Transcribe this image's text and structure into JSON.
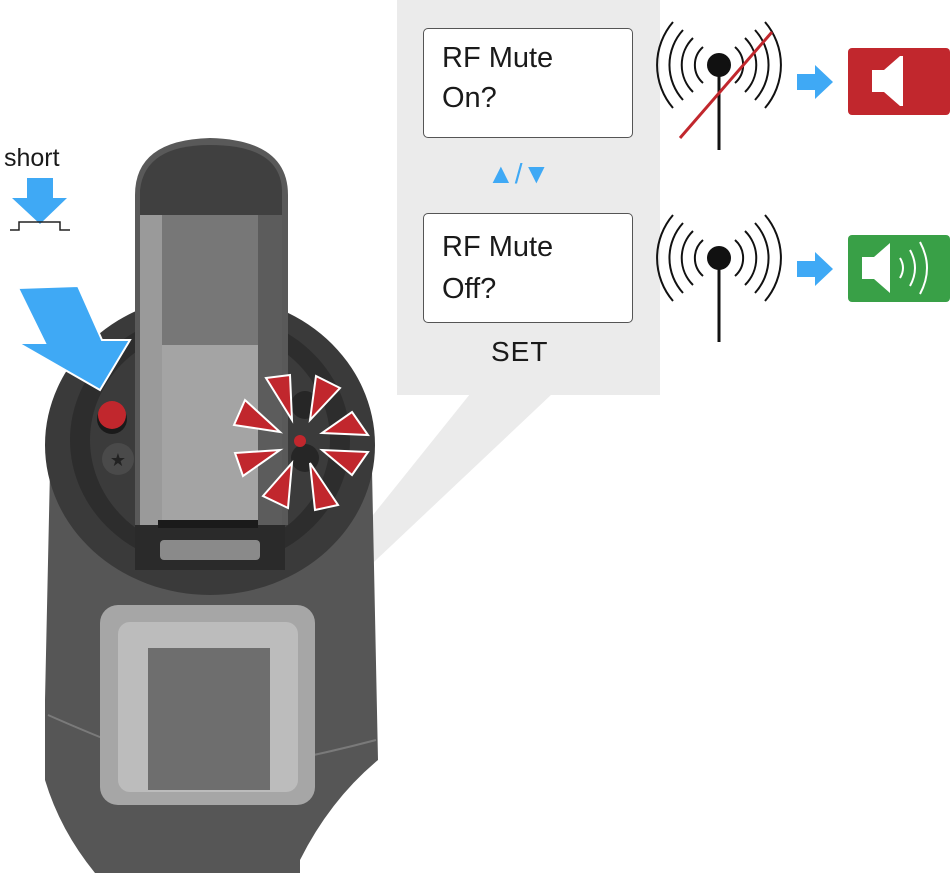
{
  "press": {
    "label": "short"
  },
  "menu": {
    "option_on": {
      "line1": "RF Mute",
      "line2": "On?"
    },
    "option_off": {
      "line1": "RF Mute",
      "line2": "Off?"
    },
    "navigate_label": "▲/▼",
    "confirm_label": "SET"
  },
  "icons": {
    "rf_muted": "antenna-crossed-icon",
    "rf_active": "antenna-icon",
    "audio_muted": "speaker-muted-icon",
    "audio_on": "speaker-on-icon"
  },
  "colors": {
    "accent_blue": "#3fa9f5",
    "mute_red": "#c1272d",
    "on_green": "#39a047",
    "callout_gray": "#ebebeb"
  }
}
